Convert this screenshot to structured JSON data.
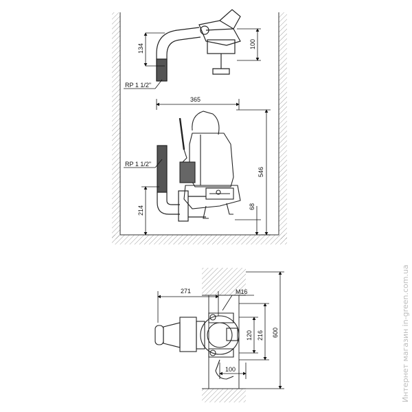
{
  "dimensions": {
    "d134": "134",
    "d100_top": "100",
    "d365": "365",
    "d546": "546",
    "d214": "214",
    "d68": "68",
    "d271": "271",
    "d120": "120",
    "d216": "216",
    "d600": "600",
    "d100_bottom": "100"
  },
  "labels": {
    "thread_top": "RP 1 1/2\"",
    "thread_mid": "RP 1 1/2\"",
    "bolt": "M16"
  },
  "watermark": "Интернет магазин  in-green.com.ua"
}
